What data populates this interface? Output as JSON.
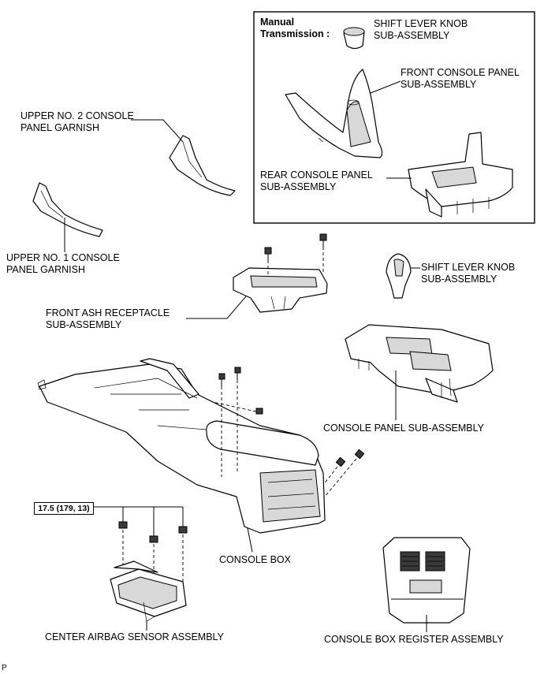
{
  "labels": {
    "inset_heading": "Manual\nTransmission :",
    "shift_lever_knob_mt": "SHIFT LEVER KNOB\nSUB-ASSEMBLY",
    "front_console_panel": "FRONT CONSOLE PANEL\nSUB-ASSEMBLY",
    "rear_console_panel": "REAR CONSOLE PANEL\nSUB-ASSEMBLY",
    "upper_no2_garnish": "UPPER NO. 2 CONSOLE\nPANEL GARNISH",
    "upper_no1_garnish": "UPPER NO. 1 CONSOLE\nPANEL GARNISH",
    "shift_lever_knob": "SHIFT LEVER KNOB\nSUB-ASSEMBLY",
    "front_ash_receptacle": "FRONT ASH RECEPTACLE\nSUB-ASSEMBLY",
    "console_panel": "CONSOLE PANEL SUB-ASSEMBLY",
    "console_box": "CONSOLE BOX",
    "torque_spec": "17.5 (179, 13)",
    "center_airbag_sensor": "CENTER AIRBAG SENSOR ASSEMBLY",
    "console_box_register": "CONSOLE BOX REGISTER ASSEMBLY",
    "page_marker": "P"
  }
}
